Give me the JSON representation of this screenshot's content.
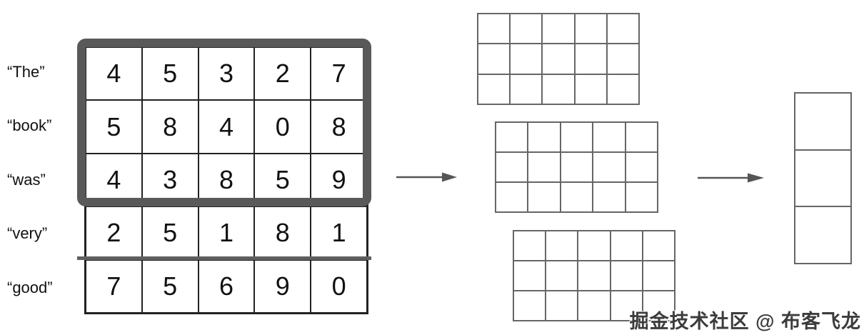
{
  "diagram": {
    "embedding_matrix": {
      "columns": 5,
      "rows": [
        {
          "label": "“The”",
          "values": [
            "4",
            "5",
            "3",
            "2",
            "7"
          ],
          "highlighted": true
        },
        {
          "label": "“book”",
          "values": [
            "5",
            "8",
            "4",
            "0",
            "8"
          ],
          "highlighted": true
        },
        {
          "label": "“was”",
          "values": [
            "4",
            "3",
            "8",
            "5",
            "9"
          ],
          "highlighted": true
        },
        {
          "label": "“very”",
          "values": [
            "2",
            "5",
            "1",
            "8",
            "1"
          ],
          "highlighted": false
        },
        {
          "label": "“good”",
          "values": [
            "7",
            "5",
            "6",
            "9",
            "0"
          ],
          "highlighted": false
        }
      ]
    },
    "feature_map_grids": [
      {
        "rows": 3,
        "cols": 5
      },
      {
        "rows": 3,
        "cols": 5
      },
      {
        "rows": 3,
        "cols": 5
      }
    ],
    "output_vector": {
      "rows": 3,
      "cols": 1
    },
    "watermark": "掘金技术社区 @ 布客飞龙",
    "colors": {
      "highlight_border": "#595959",
      "table_border": "#222222",
      "grid_border": "#666666",
      "arrow": "#555555",
      "divider": "#5f5f5f"
    }
  }
}
